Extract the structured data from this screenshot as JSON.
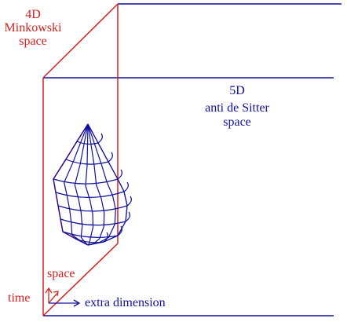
{
  "colors": {
    "red": "#d62020",
    "blue": "#1010a0",
    "background": "#ffffff"
  },
  "labels": {
    "minkowski": [
      "4D",
      "Minkowski",
      "space"
    ],
    "ads": [
      "5D",
      "anti de Sitter",
      "space"
    ],
    "axis_space": "space",
    "axis_time": "time",
    "axis_extra": "extra dimension"
  }
}
